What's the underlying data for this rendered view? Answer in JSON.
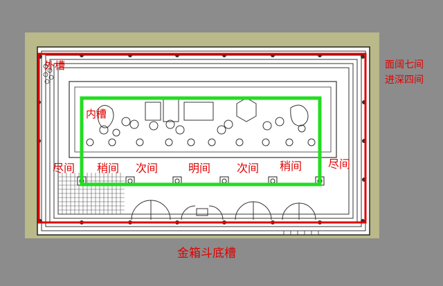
{
  "labels": {
    "outer_trough": "外槽",
    "inner_trough": "内槽",
    "bays": [
      "尽间",
      "稍间",
      "次间",
      "明间",
      "次间",
      "稍间",
      "尽间"
    ],
    "width_note": "面阔七间",
    "depth_note": "进深四间",
    "caption": "金箱斗底槽"
  },
  "colors": {
    "background": "#8c8c8c",
    "plan_fill": "#b9b98a",
    "annotation_red": "#e00000",
    "inner_outline_green": "#22dd22",
    "drawing_line": "#222222"
  }
}
